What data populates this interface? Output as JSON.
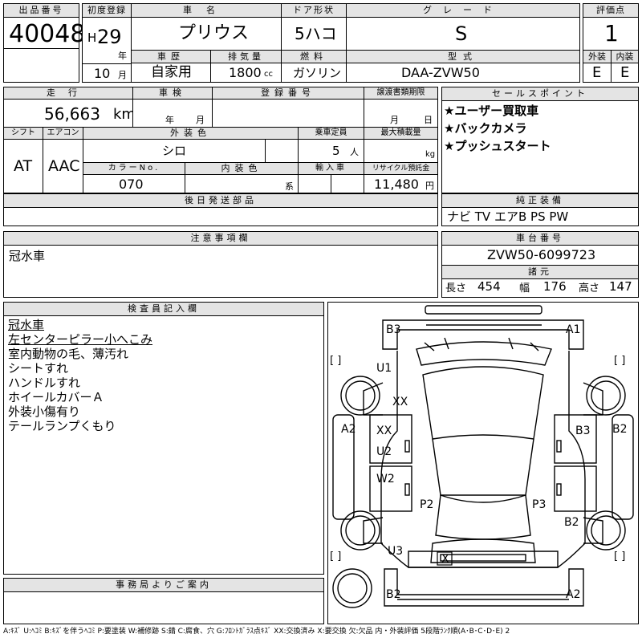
{
  "header": {
    "lot_label": "出品番号",
    "lot_number": "40048",
    "first_reg_label": "初度登録",
    "era": "H",
    "year_num": "29",
    "year_unit": "年",
    "month_num": "10",
    "month_unit": "月",
    "car_name_label": "車名",
    "car_name": "プリウス",
    "doors_label": "ドア形状",
    "doors": "5ハコ",
    "grade_label": "グレード",
    "grade": "S",
    "score_label": "評価点",
    "score": "1",
    "history_label": "車歴",
    "history": "自家用",
    "disp_label": "排気量",
    "disp": "1800",
    "disp_unit": "cc",
    "fuel_label": "燃料",
    "fuel": "ガソリン",
    "model_label": "型式",
    "model": "DAA-ZVW50",
    "ext_label": "外装",
    "ext": "E",
    "int_label": "内装",
    "int": "E"
  },
  "row2": {
    "mileage_label": "走行",
    "mileage": "56,663",
    "mileage_unit": "km",
    "inspection_label": "車検",
    "insp_year_unit": "年",
    "insp_month_unit": "月",
    "reg_label": "登録番号",
    "transfer_label": "譲渡書類期限",
    "trans_month_unit": "月",
    "trans_day_unit": "日",
    "shift_label": "シフト",
    "shift": "AT",
    "ac_label": "エアコン",
    "ac": "AAC",
    "color_label": "外装色",
    "color": "シロ",
    "colorno_label": "カラーNo.",
    "colorno": "070",
    "intcolor_label": "内装色",
    "intcolor_unit": "系",
    "seats_label": "乗車定員",
    "seats": "5",
    "seats_unit": "人",
    "import_label": "輸入車",
    "load_label": "最大積載量",
    "load_unit": "kg",
    "recycle_label": "リサイクル預託金",
    "recycle": "11,480",
    "recycle_unit": "円"
  },
  "sales": {
    "title": "セールスポイント",
    "items": [
      "★ユーザー買取車",
      "★バックカメラ",
      "★プッシュスタート"
    ]
  },
  "later": {
    "title": "後日発送部品"
  },
  "genuine": {
    "title": "純正装備",
    "value": "ナビ TV エアB PS PW"
  },
  "notes": {
    "title": "注意事項欄",
    "value": "冠水車"
  },
  "chassis": {
    "title": "車台番号",
    "value": "ZVW50-6099723"
  },
  "dims": {
    "title": "諸元",
    "length_label": "長さ",
    "length": "454",
    "width_label": "幅",
    "width": "176",
    "height_label": "高さ",
    "height": "147"
  },
  "inspector": {
    "title": "検査員記入欄",
    "lines": [
      "冠水車",
      "左センターピラー小へこみ",
      "室内動物の毛、薄汚れ",
      "シートすれ",
      "ハンドルすれ",
      "ホイールカバーＡ",
      "外装小傷有り",
      "テールランプくもり"
    ]
  },
  "office": {
    "title": "事務局よりご案内"
  },
  "legend": "A:ｷｽﾞ U:ﾍｺﾐ B:ｷｽﾞを伴うﾍｺﾐ P:要塗装 W:補修跡 S:錆 C:腐食、穴 G:ﾌﾛﾝﾄｶﾞﾗｽ点ｷｽﾞ XX:交換済み X:要交換 欠:欠品 内・外装評価 5段階ﾗﾝｸ順(A･B･C･D･E) 2",
  "diagram": {
    "bracket": "[ ]",
    "marks": {
      "B3_top": "B3",
      "A1_top": "A1",
      "U1": "U1",
      "XX_hood": "XX",
      "A2_left": "A2",
      "XX_door": "XX",
      "U2": "U2",
      "W2": "W2",
      "P2": "P2",
      "U3": "U3",
      "X_rear": "X",
      "B2_bottom": "B2",
      "A2_bottom": "A2",
      "B3_right": "B3",
      "B2_right": "B2",
      "P3": "P3",
      "B2_rightrear": "B2"
    }
  }
}
